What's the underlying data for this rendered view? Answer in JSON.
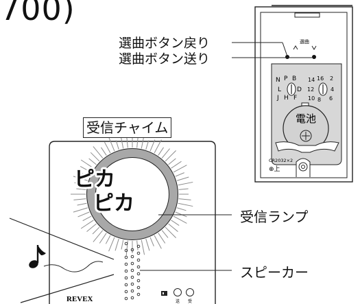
{
  "header": {
    "model_fragment": "700)"
  },
  "callouts": {
    "back": "選曲ボタン戻り",
    "forward": "選曲ボタン送り",
    "lamp": "受信ランプ",
    "speaker": "スピーカー"
  },
  "receiver": {
    "title": "受信チャイム",
    "brand": "REVEX",
    "flash_text_1": "ピカ",
    "flash_text_2": "ピカ",
    "led_label_1": "送",
    "led_label_2": "受"
  },
  "battery_unit": {
    "select_label": "選曲",
    "dial_left_letters": [
      "N",
      "P",
      "B",
      "L",
      "D",
      "J",
      "H",
      "F"
    ],
    "dial_right_numbers": [
      "14",
      "16",
      "2",
      "12",
      "4",
      "10",
      "8",
      "6"
    ],
    "battery_label": "電池",
    "battery_plus": "⊕",
    "battery_type": "CR2032×2",
    "orientation": "⊕上"
  },
  "colors": {
    "line": "#222222",
    "lamp_gray": "#a8a8a8",
    "ray_gray": "#8c8c8c"
  },
  "icons": [
    "music-note-icon",
    "sound-wave-icon",
    "led-indicator-icon",
    "battery-plus-icon"
  ]
}
